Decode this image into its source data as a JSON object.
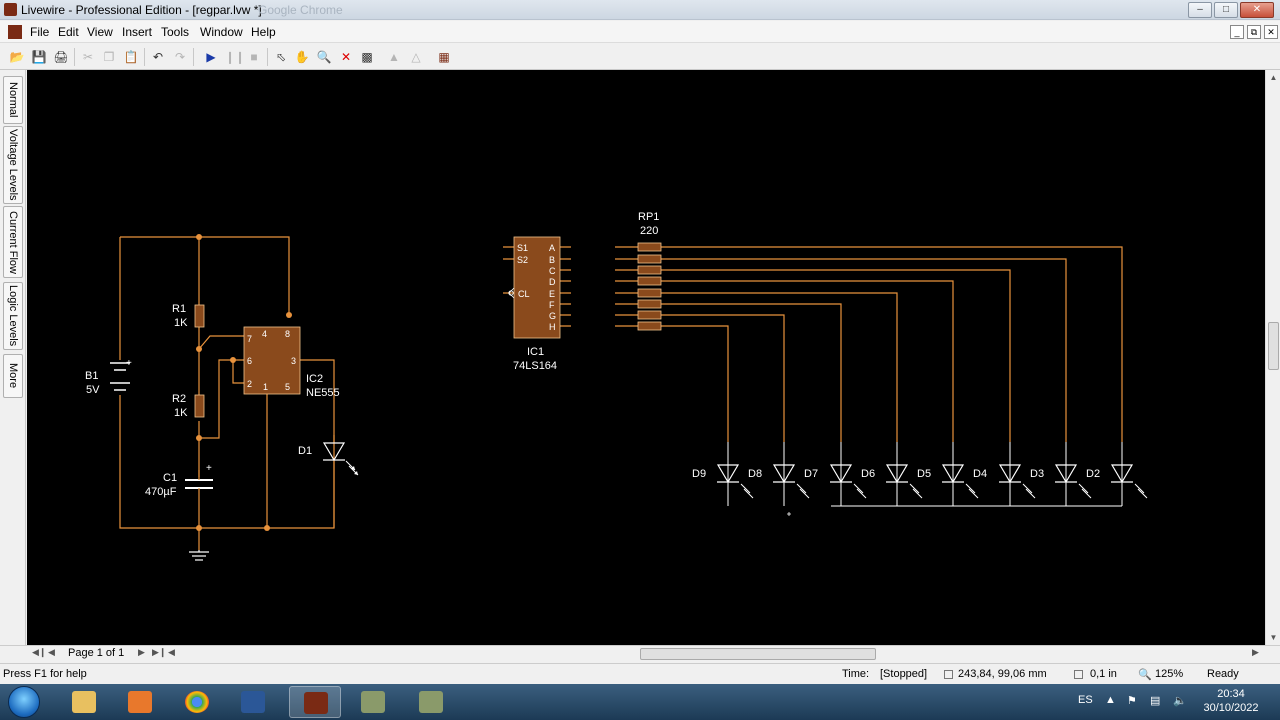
{
  "window": {
    "title": "Livewire - Professional Edition - [regpar.lvw *]",
    "ghost_title": "Google Chrome"
  },
  "menu": {
    "items": [
      "File",
      "Edit",
      "View",
      "Insert",
      "Tools",
      "Window",
      "Help"
    ]
  },
  "mode_tabs": [
    "Normal",
    "Voltage Levels",
    "Current Flow",
    "Logic Levels",
    "More"
  ],
  "schematic": {
    "battery": {
      "ref": "B1",
      "value": "5V"
    },
    "resistors": [
      {
        "ref": "R1",
        "value": "1K"
      },
      {
        "ref": "R2",
        "value": "1K"
      }
    ],
    "capacitor": {
      "ref": "C1",
      "value": "470µF"
    },
    "timer": {
      "ref": "IC2",
      "part": "NE555",
      "pins": [
        "4",
        "8",
        "7",
        "6",
        "3",
        "2",
        "1",
        "5"
      ]
    },
    "led_single": "D1",
    "shift_register": {
      "ref": "IC1",
      "part": "74LS164",
      "inputs": [
        "S1",
        "S2",
        "CL"
      ],
      "outputs": [
        "A",
        "B",
        "C",
        "D",
        "E",
        "F",
        "G",
        "H"
      ]
    },
    "resistor_pack": {
      "ref": "RP1",
      "value": "220"
    },
    "led_row": [
      "D9",
      "D8",
      "D7",
      "D6",
      "D5",
      "D4",
      "D3",
      "D2"
    ],
    "wire_color": "#e8923c",
    "component_color": "#8a4a1c"
  },
  "page_tab": "Page 1 of 1",
  "status": {
    "help": "Press F1 for help",
    "time_label": "Time:",
    "time_value": "[Stopped]",
    "coords": "243,84, 99,06 mm",
    "grid": "0,1 in",
    "zoom": "125%",
    "state": "Ready"
  },
  "taskbar": {
    "lang": "ES",
    "time": "20:34",
    "date": "30/10/2022"
  }
}
